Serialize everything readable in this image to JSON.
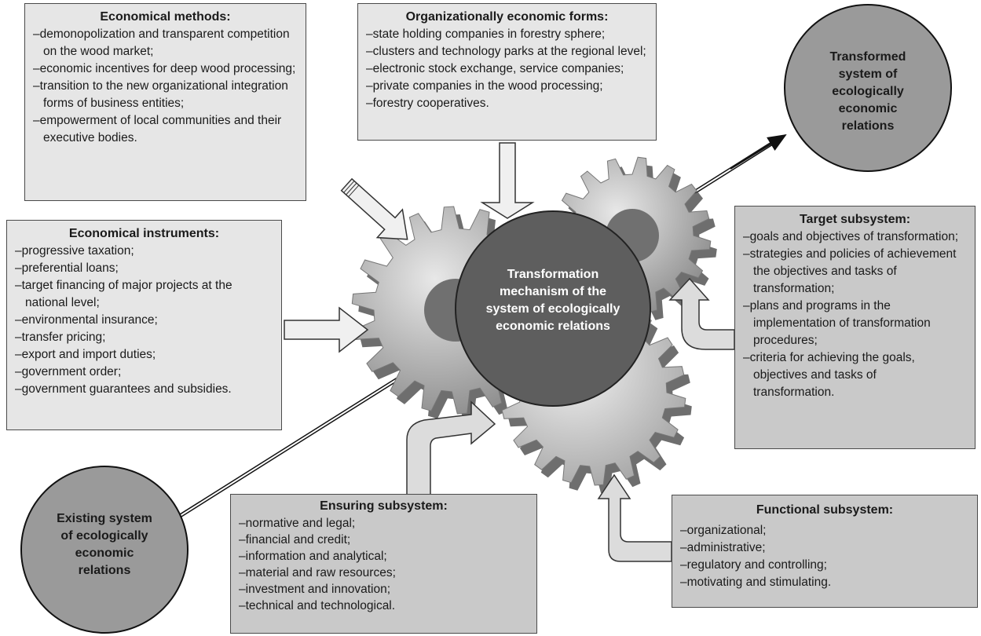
{
  "economical_methods": {
    "title": "Economical methods:",
    "items": [
      "demonopolization and transparent competition on the wood market;",
      "economic incentives for deep wood processing;",
      "transition to the new organizational integration forms of business entities;",
      "empowerment of local communities and their executive bodies."
    ]
  },
  "organizational_forms": {
    "title": "Organizationally economic forms:",
    "items": [
      "state holding companies in forestry sphere;",
      "clusters and technology parks at the regional level;",
      "electronic stock exchange, service companies;",
      "private companies in the wood processing;",
      "forestry cooperatives."
    ]
  },
  "transformed_system": {
    "text": "Transformed system of ecologically economic relations"
  },
  "economical_instruments": {
    "title": "Economical instruments:",
    "items": [
      "progressive taxation;",
      "preferential loans;",
      "target financing of major projects at the national level;",
      "environmental insurance;",
      "transfer pricing;",
      "export and import duties;",
      "government order;",
      "government guarantees and subsidies."
    ]
  },
  "mechanism": {
    "text": "Transformation mechanism of the system of ecologically economic relations"
  },
  "target_subsystem": {
    "title": "Target subsystem:",
    "items": [
      "goals and objectives of transformation;",
      "strategies and policies of achievement the objectives and tasks of transformation;",
      "plans and programs in the implementation of transformation procedures;",
      "criteria for achieving the goals, objectives and tasks of transformation."
    ]
  },
  "existing_system": {
    "text": "Existing system of ecologically economic relations"
  },
  "ensuring_subsystem": {
    "title": "Ensuring subsystem:",
    "items": [
      "normative and legal;",
      "financial and credit;",
      "information and analytical;",
      "material and raw resources;",
      "investment and innovation;",
      "technical and technological."
    ]
  },
  "functional_subsystem": {
    "title": "Functional subsystem:",
    "items": [
      "organizational;",
      "administrative;",
      "regulatory and controlling;",
      "motivating and stimulating."
    ]
  },
  "colors": {
    "box_fill": "#e6e6e6",
    "box_dark_fill": "#c9c9c9",
    "circle_fill": "#9a9a9a",
    "center_fill": "#5e5e5e",
    "gear_fill": "#b8b8b8"
  }
}
